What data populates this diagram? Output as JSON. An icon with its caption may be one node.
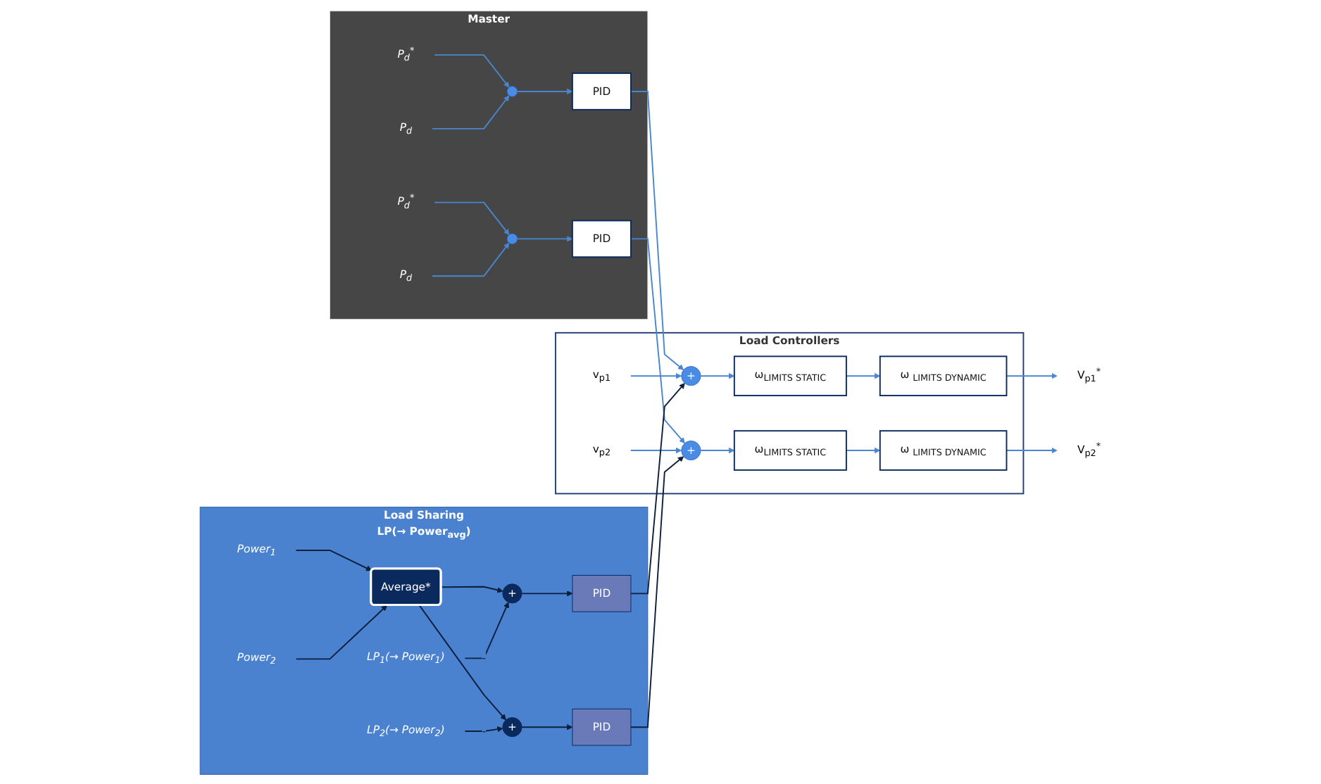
{
  "diagram": {
    "nodes": [
      {
        "text": [
          "Master"
        ]
      },
      {
        "text": [
          "P$_{d}$$^{*}$"
        ],
        "in": 0
      },
      {
        "text": [],
        "shape": "circle",
        "in": 0
      },
      {
        "text": [
          "P$_{d}$"
        ],
        "in": 0
      },
      {
        "text": [
          "PID"
        ],
        "in": 0
      },
      {
        "text": [
          "P$_{d}$$^{*}$"
        ],
        "in": 0
      },
      {
        "text": [],
        "shape": "circle",
        "in": 0
      },
      {
        "text": [
          "P$_{d}$"
        ],
        "in": 0
      },
      {
        "text": [
          "PID"
        ],
        "in": 0
      },
      {
        "text": [
          "Load Controllers"
        ]
      },
      {
        "text": [
          "v$_{p1}$"
        ],
        "in": 9
      },
      {
        "text": [
          "+"
        ],
        "in": 9
      },
      {
        "text": [
          "ω$_{LIMITS STATIC}$"
        ],
        "in": 9
      },
      {
        "text": [
          "ω $_{LIMITS DYNAMIC}$"
        ],
        "in": 9
      },
      {
        "text": [
          "V$_{p1}$$^{*}$"
        ]
      },
      {
        "text": [
          "v$_{p2}$"
        ],
        "in": 9
      },
      {
        "text": [
          "+"
        ],
        "in": 9
      },
      {
        "text": [
          "ω$_{LIMITS STATIC}$"
        ],
        "in": 9
      },
      {
        "text": [
          "ω $_{LIMITS DYNAMIC}$"
        ],
        "in": 9
      },
      {
        "text": [
          "V$_{p2}$$^{*}$"
        ]
      },
      {
        "text": [
          "Load Sharing",
          "LP(→ Power$_{avg}$)"
        ]
      },
      {
        "text": [
          "Power$_{1}$"
        ],
        "in": 20
      },
      {
        "text": [
          "Power$_{2}$"
        ],
        "in": 20
      },
      {
        "text": [
          "Average*"
        ],
        "in": 20
      },
      {
        "text": [
          "+"
        ],
        "in": 20
      },
      {
        "text": [
          "PID"
        ],
        "in": 20
      },
      {
        "text": [
          "LP$_{1}$(→ Power$_{1}$)"
        ],
        "in": 20
      },
      {
        "text": [
          "+"
        ],
        "in": 20
      },
      {
        "text": [
          "PID"
        ],
        "in": 20
      },
      {
        "text": [
          "LP$_{2}$(→ Power$_{2}$)"
        ],
        "in": 20
      }
    ],
    "edges": [
      {
        "from": 1,
        "to": 2,
        "arrow": "to"
      },
      {
        "from": 3,
        "to": 2,
        "arrow": "to"
      },
      {
        "from": 2,
        "to": 4,
        "arrow": "to"
      },
      {
        "from": 4,
        "to": 11,
        "arrow": "to"
      },
      {
        "from": 5,
        "to": 6,
        "arrow": "to"
      },
      {
        "from": 7,
        "to": 6,
        "arrow": "to"
      },
      {
        "from": 6,
        "to": 8,
        "arrow": "to"
      },
      {
        "from": 8,
        "to": 16,
        "arrow": "to"
      },
      {
        "from": 10,
        "to": 11,
        "arrow": "to"
      },
      {
        "from": 11,
        "to": 12,
        "arrow": "to"
      },
      {
        "from": 12,
        "to": 13,
        "arrow": "to"
      },
      {
        "from": 13,
        "to": 14,
        "arrow": "to"
      },
      {
        "from": 15,
        "to": 16,
        "arrow": "to"
      },
      {
        "from": 16,
        "to": 17,
        "arrow": "to"
      },
      {
        "from": 17,
        "to": 18,
        "arrow": "to"
      },
      {
        "from": 18,
        "to": 19,
        "arrow": "to"
      },
      {
        "from": 21,
        "to": 23,
        "arrow": "to",
        "color": "#0d1f3c"
      },
      {
        "from": 22,
        "to": 23,
        "arrow": "to",
        "color": "#0d1f3c"
      },
      {
        "from": 23,
        "to": 24,
        "arrow": "to",
        "color": "#0d1f3c"
      },
      {
        "from": 23,
        "to": 27,
        "arrow": "to",
        "color": "#0d1f3c"
      },
      {
        "from": 26,
        "to": 24,
        "label": "-",
        "arrow": "to",
        "color": "#0d1f3c"
      },
      {
        "from": 29,
        "to": 27,
        "label": "-",
        "arrow": "to",
        "color": "#0d1f3c"
      },
      {
        "from": 24,
        "to": 25,
        "arrow": "to",
        "color": "#0d1f3c"
      },
      {
        "from": 27,
        "to": 28,
        "arrow": "to",
        "color": "#0d1f3c"
      },
      {
        "from": 25,
        "to": 11,
        "arrow": "to",
        "color": "#0d1f3c"
      },
      {
        "from": 28,
        "to": 16,
        "arrow": "to",
        "color": "#0d1f3c"
      }
    ]
  }
}
